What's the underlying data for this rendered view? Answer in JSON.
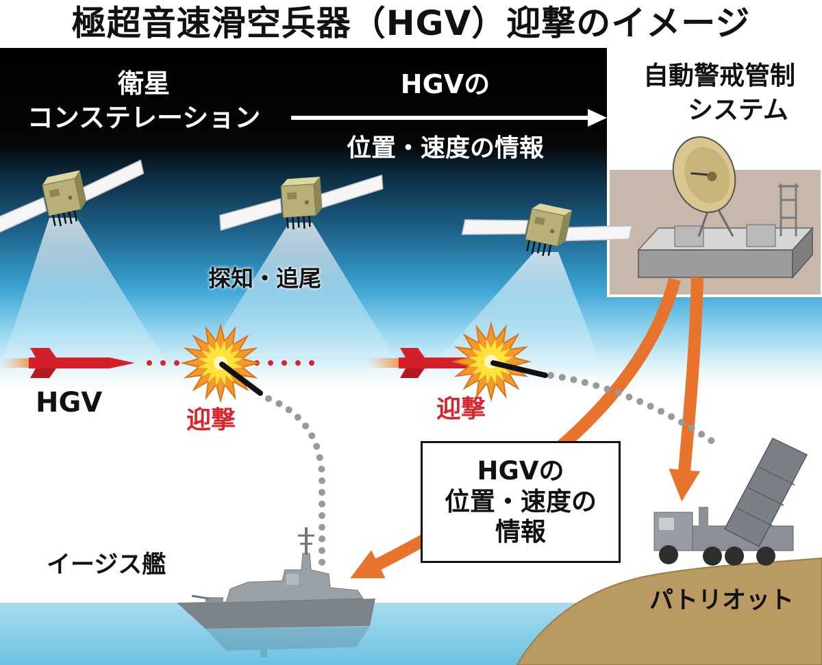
{
  "title": "極超音速滑空兵器（HGV）迎撃のイメージ",
  "satellite_label": {
    "line1": "衛星",
    "line2": "コンステレーション"
  },
  "info_arrow": {
    "top": "HGVの",
    "bottom": "位置・速度の情報"
  },
  "radar_label": {
    "line1": "自動警戒管制",
    "line2": "システム"
  },
  "detect_label": "探知・追尾",
  "hgv_label": "HGV",
  "intercept_labels": [
    "迎撃",
    "迎撃"
  ],
  "info_box": {
    "line1": "HGVの",
    "line2": "位置・速度の",
    "line3": "情報"
  },
  "ship_label": "イージス艦",
  "patriot_label": "パトリオット",
  "colors": {
    "intercept_red": "#d8242a",
    "data_link_orange": "#e8732c",
    "trajectory_grey": "#9a9a9a",
    "missile_red": "#d3202a"
  }
}
